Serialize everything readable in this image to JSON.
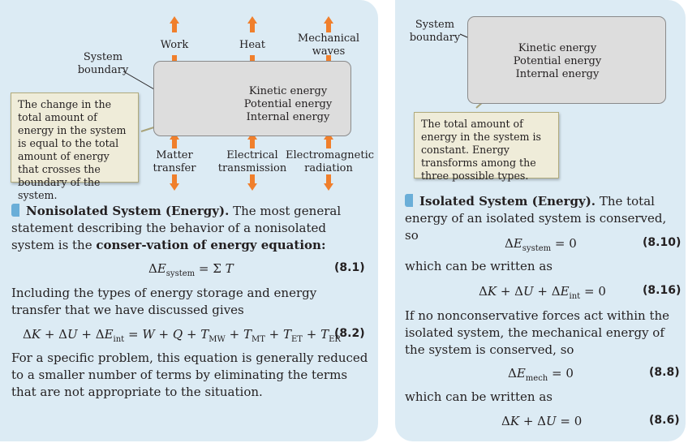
{
  "left": {
    "diagram": {
      "top_labels": [
        "Work",
        "Heat",
        "Mechanical\nwaves"
      ],
      "bottom_labels": [
        "Matter\ntransfer",
        "Electrical\ntransmission",
        "Electromagnetic\nradiation"
      ],
      "boundary_label": "System\nboundary",
      "box_lines": [
        "Kinetic energy",
        "Potential energy",
        "Internal energy"
      ],
      "note": "The change in the total amount of energy in the system is equal to the total amount of energy that crosses the boundary of the system."
    },
    "heading": "Nonisolated System (Energy).",
    "para1_a": "The most general statement describing the behavior of a nonisolated system is the",
    "para1_bold": "conser-vation of energy equation:",
    "eq1": {
      "text": "ΔE_system = Σ T",
      "number": "(8.1)"
    },
    "para2": "Including the types of energy storage and energy transfer that we have discussed gives",
    "eq2": {
      "text": "ΔK + ΔU + ΔE_int = W + Q + T_MW + T_MT + T_ET + T_ER",
      "number": "(8.2)"
    },
    "para3": "For a specific problem, this equation is generally reduced to a smaller number of terms by eliminating the terms that are not appropriate to the situation."
  },
  "right": {
    "diagram": {
      "boundary_label": "System\nboundary",
      "box_lines": [
        "Kinetic energy",
        "Potential energy",
        "Internal energy"
      ],
      "note": "The total amount of energy in the system is constant. Energy transforms among the three possible types."
    },
    "heading": "Isolated System (Energy).",
    "para1": "The total energy of an isolated system is conserved, so",
    "eq1": {
      "text": "ΔE_system = 0",
      "number": "(8.10)"
    },
    "para2": "which can be written as",
    "eq2": {
      "text": "ΔK + ΔU + ΔE_int = 0",
      "number": "(8.16)"
    },
    "para3": "If no nonconservative forces act within the isolated system, the mechanical energy of the system is conserved, so",
    "eq3": {
      "text": "ΔE_mech = 0",
      "number": "(8.8)"
    },
    "para4": "which can be written as",
    "eq4": {
      "text": "ΔK + ΔU = 0",
      "number": "(8.6)"
    }
  },
  "colors": {
    "panel": "#dcebf4",
    "arrow": "#f07f2c",
    "box": "#dddddd",
    "note": "#efecd9",
    "heading_marker": "#6aaed8"
  }
}
